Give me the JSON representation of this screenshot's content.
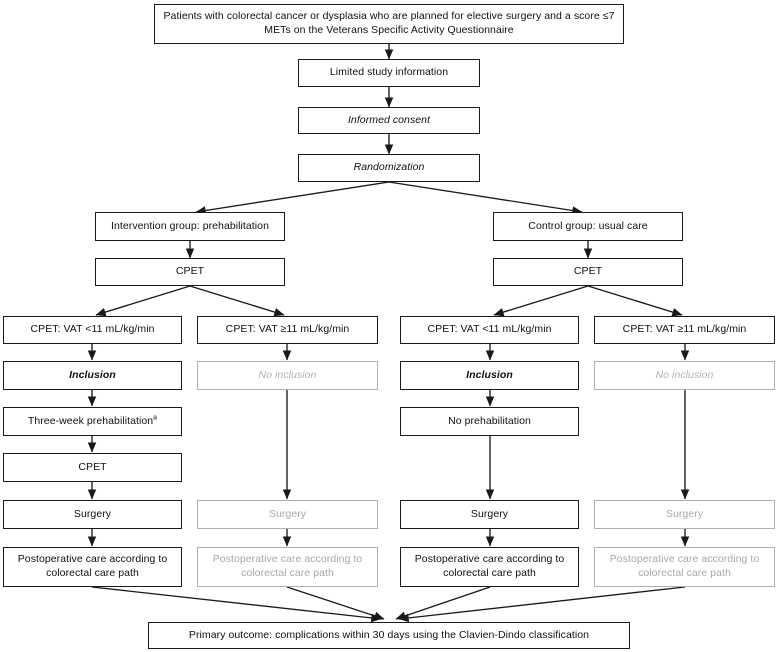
{
  "diagram": {
    "title": "Study flow diagram: prehabilitation randomized trial",
    "colors": {
      "box_border": "#1a1a1a",
      "muted_border": "#b0b0b0",
      "text": "#111111",
      "muted_text": "#a8a8a8",
      "background": "#ffffff",
      "edge": "#1a1a1a"
    },
    "nodes": {
      "eligibility": "Patients  with colorectal cancer or dysplasia who are planned for elective surgery and a score ≤7 METs  on the Veterans Specific Activity Questionnaire",
      "limited_info": "Limited  study information",
      "informed_consent": "Informed consent",
      "randomization": "Randomization",
      "intervention_group": "Intervention group: prehabilitation",
      "control_group": "Control group: usual care",
      "cpet_intervention": "CPET",
      "cpet_control": "CPET",
      "cpet_vat_low_left": "CPET:  VAT <11 mL/kg/min",
      "cpet_vat_high_left": "CPET:  VAT ≥11 mL/kg/min",
      "cpet_vat_low_right": "CPET:  VAT <11 mL/kg/min",
      "cpet_vat_high_right": "CPET:  VAT ≥11 mL/kg/min",
      "inclusion_left": "Inclusion",
      "no_inclusion_left": "No inclusion",
      "inclusion_right": "Inclusion",
      "no_inclusion_right": "No inclusion",
      "prehabilitation": "Three-week prehabilitation",
      "prehabilitation_footnote_marker": "a",
      "cpet_retest": "CPET",
      "no_prehabilitation": "No prehabilitation",
      "surgery_c1": "Surgery",
      "surgery_c2": "Surgery",
      "surgery_c3": "Surgery",
      "surgery_c4": "Surgery",
      "postop_c1": "Postoperative care according to colorectal care path",
      "postop_c2": "Postoperative care according to colorectal care path",
      "postop_c3": "Postoperative care according to colorectal care path",
      "postop_c4": "Postoperative care according to colorectal care path",
      "primary_outcome": "Primary outcome: complications within 30 days using the Clavien-Dindo  classification"
    }
  }
}
